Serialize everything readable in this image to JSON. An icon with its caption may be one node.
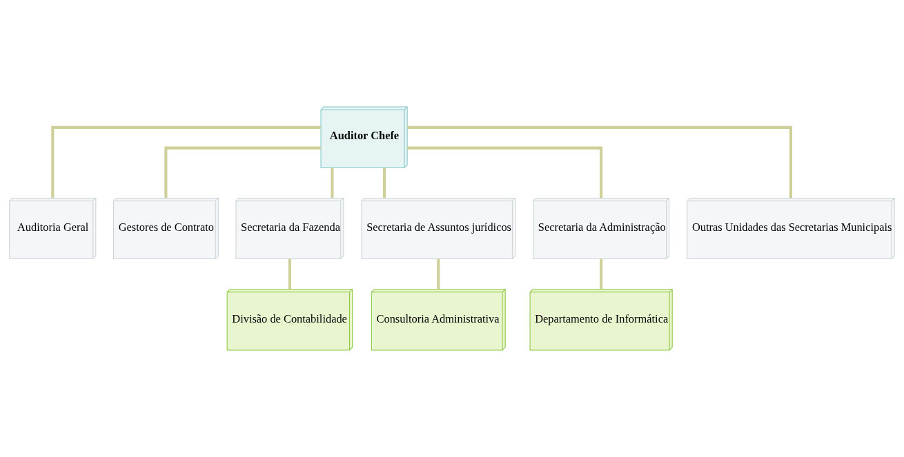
{
  "diagram": {
    "nodes": [
      {
        "text": [
          "Auditor Chefe"
        ]
      },
      {
        "text": [
          "Auditoria Geral"
        ]
      },
      {
        "text": [
          "Gestores de Contrato"
        ]
      },
      {
        "text": [
          "Secretaria da Fazenda"
        ]
      },
      {
        "text": [
          "Secretaria de Assuntos jurídicos"
        ]
      },
      {
        "text": [
          "Secretaria da Administração"
        ]
      },
      {
        "text": [
          "Outras Unidades das Secretarias Municipais"
        ]
      },
      {
        "text": [
          "Divisão de Contabilidade"
        ]
      },
      {
        "text": [
          "Consultoria Administrativa"
        ]
      },
      {
        "text": [
          "Departamento de Informática"
        ]
      }
    ],
    "edges": [
      {
        "from": 0,
        "to": 1,
        "arrow": "none"
      },
      {
        "from": 0,
        "to": 2,
        "arrow": "none"
      },
      {
        "from": 0,
        "to": 3,
        "arrow": "none"
      },
      {
        "from": 0,
        "to": 4,
        "arrow": "none"
      },
      {
        "from": 0,
        "to": 5,
        "arrow": "none"
      },
      {
        "from": 0,
        "to": 6,
        "arrow": "none"
      },
      {
        "from": 3,
        "to": 7,
        "arrow": "none"
      },
      {
        "from": 4,
        "to": 8,
        "arrow": "none"
      },
      {
        "from": 5,
        "to": 9,
        "arrow": "none"
      }
    ]
  }
}
